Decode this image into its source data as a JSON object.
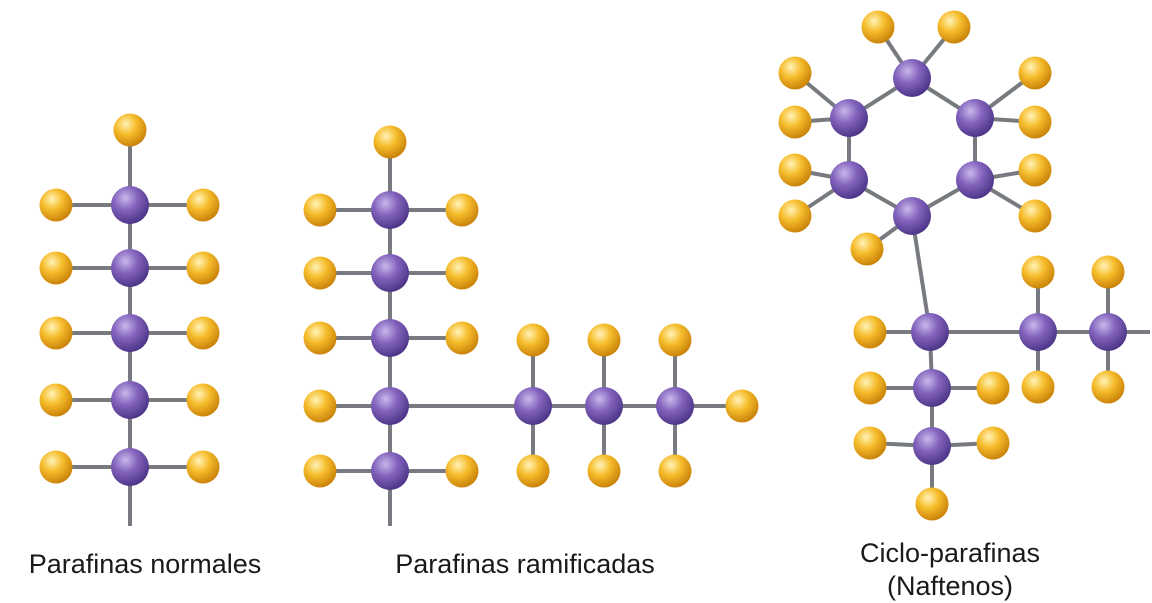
{
  "captions": {
    "normales": "Parafinas normales",
    "ramificadas": "Parafinas ramificadas",
    "ciclo_line1": "Ciclo-parafinas",
    "ciclo_line2": "(Naftenos)"
  },
  "colors": {
    "carbon": "#7b5bb5",
    "hydrogen": "#f2b21f",
    "bond": "#777b80"
  }
}
